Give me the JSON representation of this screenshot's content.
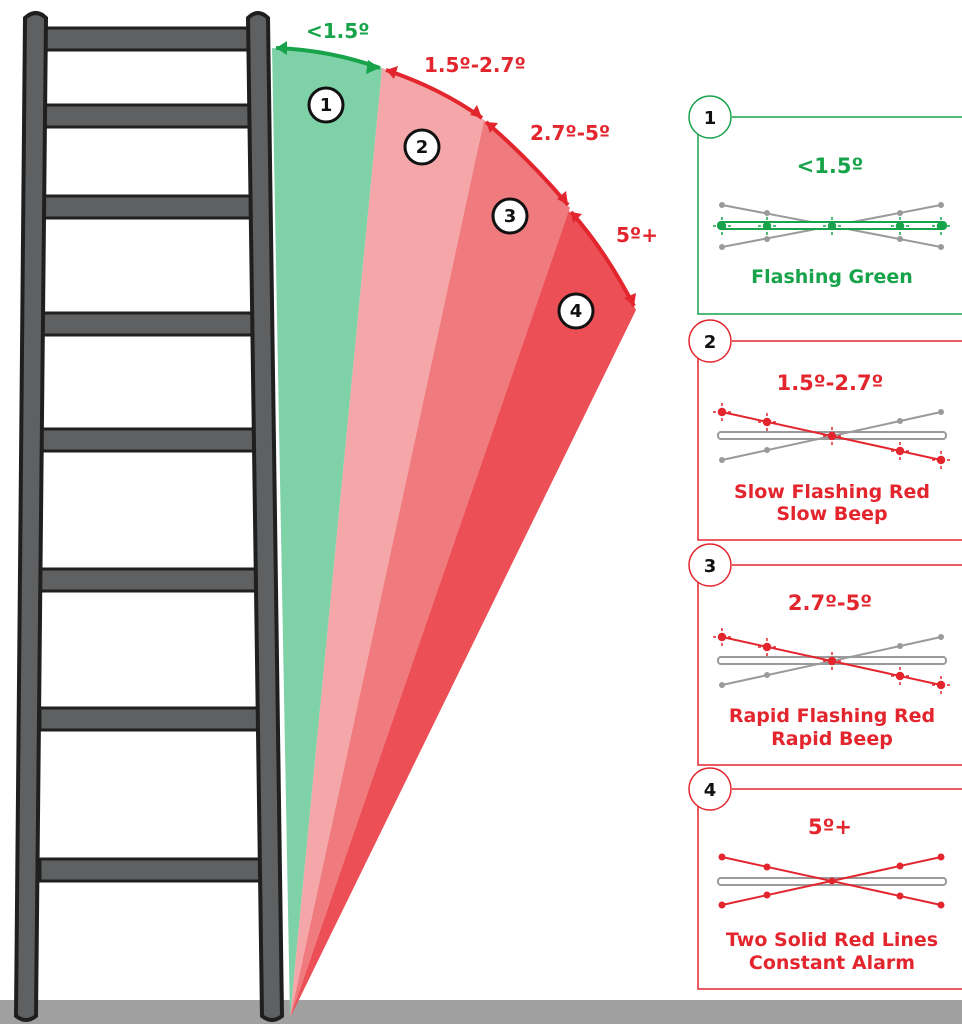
{
  "colors": {
    "ladder": "#5f6062",
    "ladder_outline": "#1f1f1f",
    "ground": "#a0a0a0",
    "green": "#17a34a",
    "red": "#e3262e",
    "zone_1": "#7fd1a7",
    "zone_2": "#f5a6a8",
    "zone_3": "#f07b7f",
    "zone_4": "#ec4f55",
    "gray_line": "#9a9a9a"
  },
  "zones": [
    {
      "number": "1",
      "angle_label": "<1.5º",
      "color_key": "green"
    },
    {
      "number": "2",
      "angle_label": "1.5º-2.7º",
      "color_key": "red"
    },
    {
      "number": "3",
      "angle_label": "2.7º-5º",
      "color_key": "red"
    },
    {
      "number": "4",
      "angle_label": "5º+",
      "color_key": "red"
    }
  ],
  "panels": [
    {
      "number": "1",
      "title": "<1.5º",
      "desc_line1": "Flashing Green",
      "desc_line2": "",
      "state": "level"
    },
    {
      "number": "2",
      "title": "1.5º-2.7º",
      "desc_line1": "Slow Flashing Red",
      "desc_line2": "Slow Beep",
      "state": "tilt"
    },
    {
      "number": "3",
      "title": "2.7º-5º",
      "desc_line1": "Rapid Flashing Red",
      "desc_line2": "Rapid Beep",
      "state": "tilt"
    },
    {
      "number": "4",
      "title": "5º+",
      "desc_line1": "Two Solid Red Lines",
      "desc_line2": "Constant Alarm",
      "state": "alarm"
    }
  ]
}
